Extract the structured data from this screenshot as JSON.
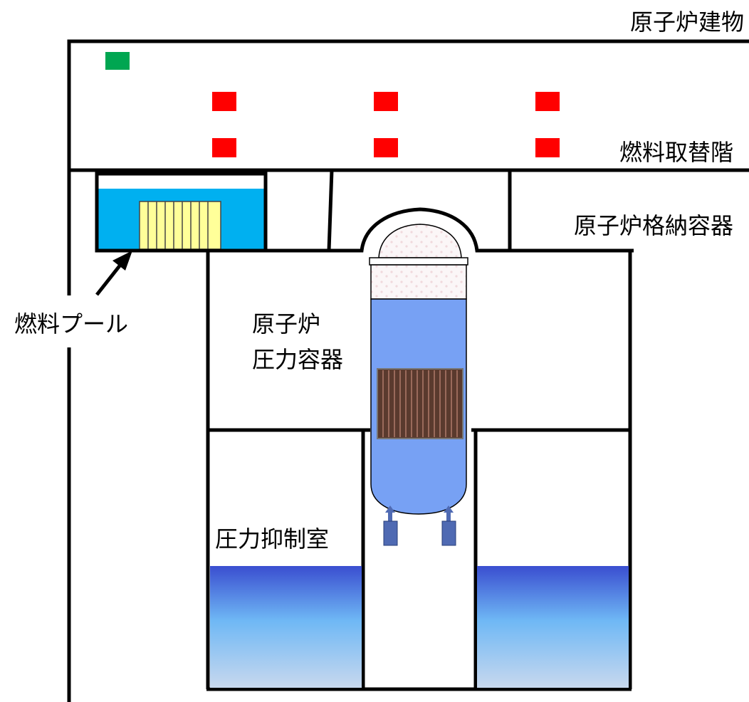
{
  "labels": {
    "reactor_building": "原子炉建物",
    "refueling_floor": "燃料取替階",
    "containment_vessel": "原子炉格納容器",
    "fuel_pool": "燃料プール",
    "pressure_vessel_line1": "原子炉",
    "pressure_vessel_line2": "圧力容器",
    "suppression_chamber": "圧力抑制室"
  },
  "colors": {
    "indicator_green": "#00a651",
    "indicator_red": "#ff0000",
    "pool_water": "#00b0f0",
    "fuel_assembly": "#ffff99",
    "reactor_water": "#77a1f4",
    "core": "#5a3a2e",
    "drive_unit": "#4f6ab3",
    "suppression_water_top": "#3a4ed0",
    "suppression_water_mid": "#6fb8f5",
    "suppression_water_bottom": "#c8d8ee",
    "lines": "#000000"
  },
  "indicators": {
    "green_count": 1,
    "red_count": 6
  }
}
